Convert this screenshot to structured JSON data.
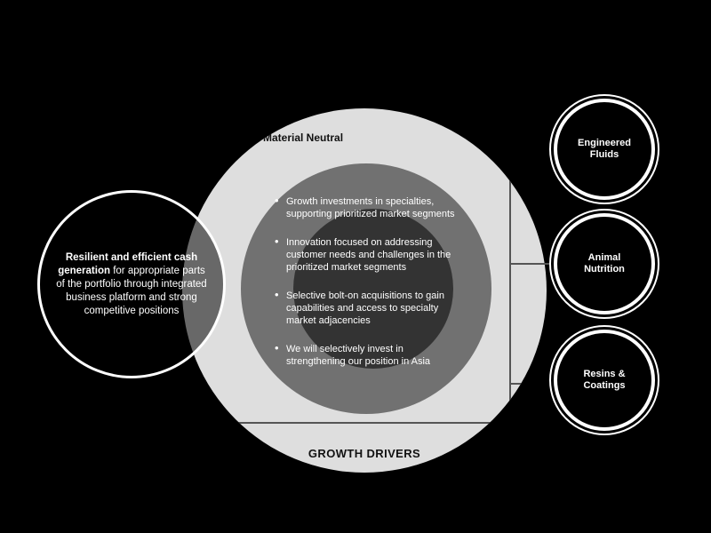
{
  "colors": {
    "background": "#000000",
    "outer_circle": "#dedede",
    "middle_circle": "#717171",
    "inner_circle": "#333333",
    "connector_line": "#555555",
    "ring_white": "#ffffff",
    "text_on_dark": "#ffffff",
    "text_dark": "#111111"
  },
  "center_diagram": {
    "top_label": "Material Neutral",
    "bottom_label": "GROWTH DRIVERS",
    "bullets": [
      "Growth investments in specialties, supporting prioritized market segments",
      "Innovation focused on addressing customer needs and challenges in the prioritized market segments",
      "Selective bolt-on acquisitions to gain capabilities and access to specialty market adjacencies",
      "We will selectively invest in strengthening our position in Asia"
    ]
  },
  "left_circle": {
    "lead_bold": "Resilient and efficient cash generation",
    "rest": " for appropriate parts of the portfolio through integrated business platform and strong competitive positions"
  },
  "right_circles": [
    {
      "label": "Engineered Fluids"
    },
    {
      "label": "Animal Nutrition"
    },
    {
      "label": "Resins & Coatings"
    }
  ]
}
